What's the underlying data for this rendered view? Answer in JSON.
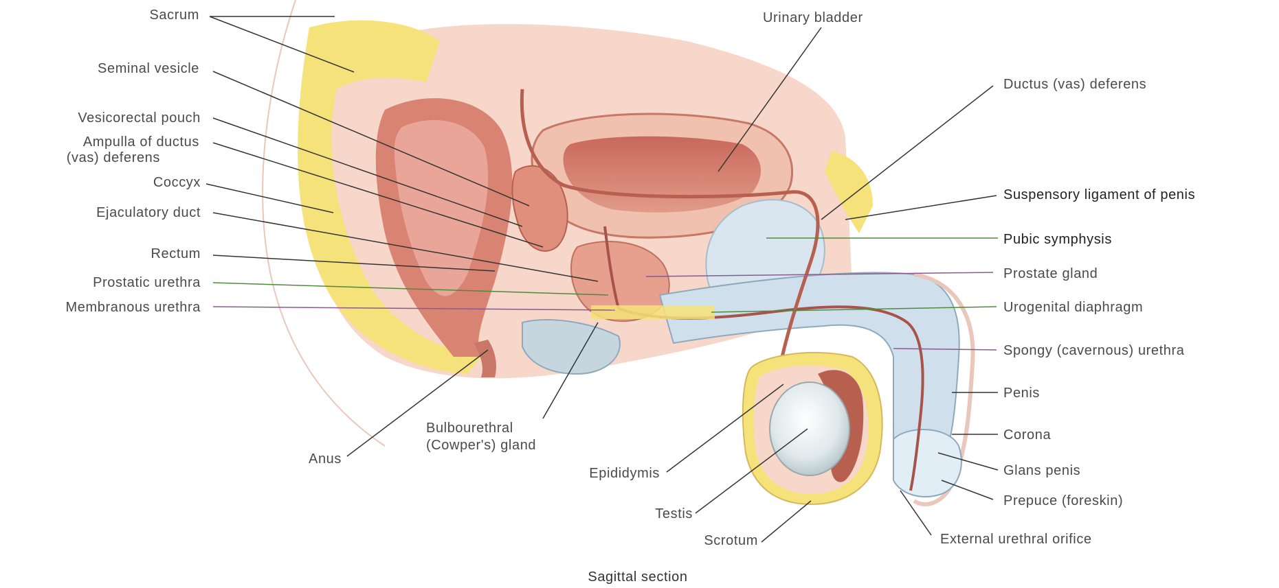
{
  "caption": "Sagittal section",
  "labels": {
    "sacrum": "Sacrum",
    "seminal_vesicle": "Seminal vesicle",
    "vesicorectal_pouch": "Vesicorectal pouch",
    "ampulla_line1": "Ampulla of ductus",
    "ampulla_line2": "(vas) deferens",
    "coccyx": "Coccyx",
    "ejaculatory_duct": "Ejaculatory duct",
    "rectum": "Rectum",
    "prostatic_urethra": "Prostatic urethra",
    "membranous_urethra": "Membranous urethra",
    "anus": "Anus",
    "bulbourethral_line1": "Bulbourethral",
    "bulbourethral_line2": "(Cowper's) gland",
    "epididymis": "Epididymis",
    "testis": "Testis",
    "scrotum": "Scrotum",
    "urinary_bladder": "Urinary bladder",
    "ductus_deferens": "Ductus (vas) deferens",
    "suspensory_ligament": "Suspensory ligament of penis",
    "pubic_symphysis": "Pubic symphysis",
    "prostate_gland": "Prostate gland",
    "urogenital_diaphragm": "Urogenital diaphragm",
    "spongy_urethra": "Spongy (cavernous) urethra",
    "penis": "Penis",
    "corona": "Corona",
    "glans_penis": "Glans penis",
    "prepuce": "Prepuce (foreskin)",
    "external_urethral_orifice": "External urethral orifice"
  },
  "colors": {
    "flesh": "#f1b9a6",
    "muscle": "#d98373",
    "fat": "#f6e27a",
    "bone_blue": "#d9e6f0",
    "background": "#ffffff"
  }
}
